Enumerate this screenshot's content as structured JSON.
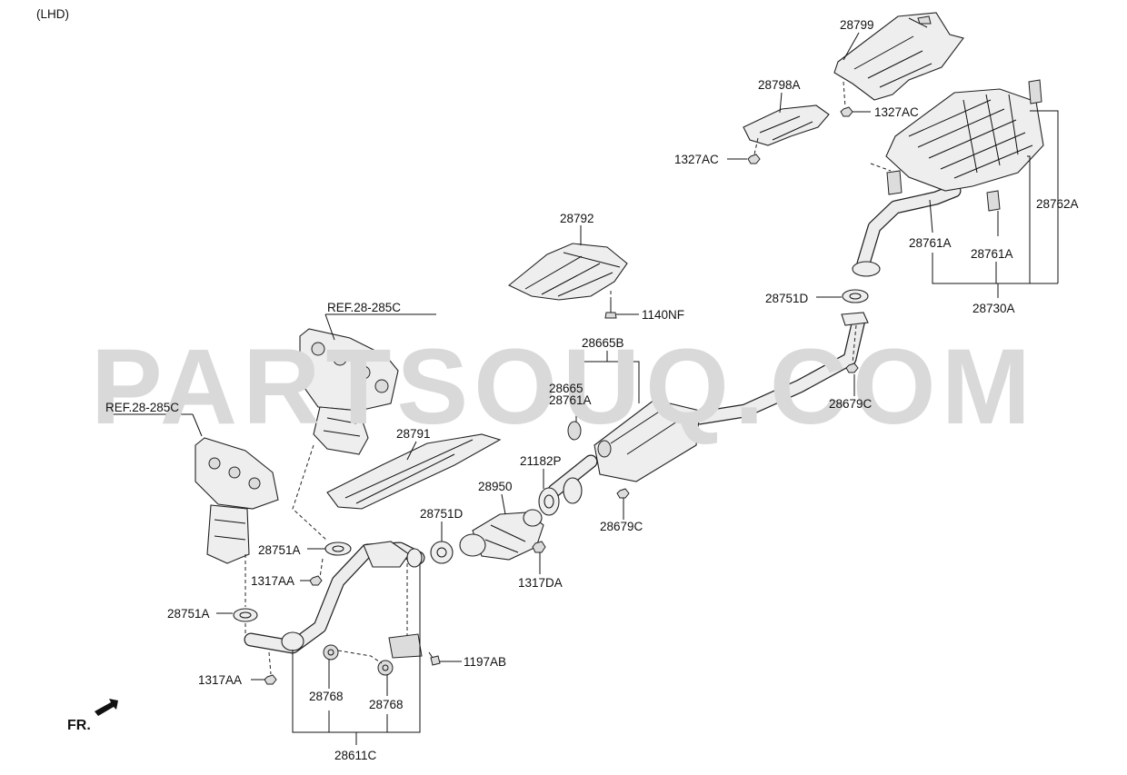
{
  "diagram": {
    "variant": "(LHD)",
    "watermark": "PARTSOUQ.COM",
    "direction_label": "FR.",
    "refs": [
      "REF.28-285C",
      "REF.28-285C"
    ],
    "parts": {
      "p28799": "28799",
      "p28798A": "28798A",
      "p1327AC_a": "1327AC",
      "p1327AC_b": "1327AC",
      "p28762A": "28762A",
      "p28761A_a": "28761A",
      "p28761A_b": "28761A",
      "p28730A": "28730A",
      "p28751D_a": "28751D",
      "p28792": "28792",
      "p1140NF": "1140NF",
      "p28665B": "28665B",
      "p28665": "28665",
      "p28761A_c": "28761A",
      "p28679C_a": "28679C",
      "p28791": "28791",
      "p21182P": "21182P",
      "p28950": "28950",
      "p28751D_b": "28751D",
      "p28679C_b": "28679C",
      "p28751A_a": "28751A",
      "p1317AA_a": "1317AA",
      "p1317DA": "1317DA",
      "p28751A_b": "28751A",
      "p1317AA_b": "1317AA",
      "p1197AB": "1197AB",
      "p28768_a": "28768",
      "p28768_b": "28768",
      "p28611C": "28611C"
    }
  }
}
